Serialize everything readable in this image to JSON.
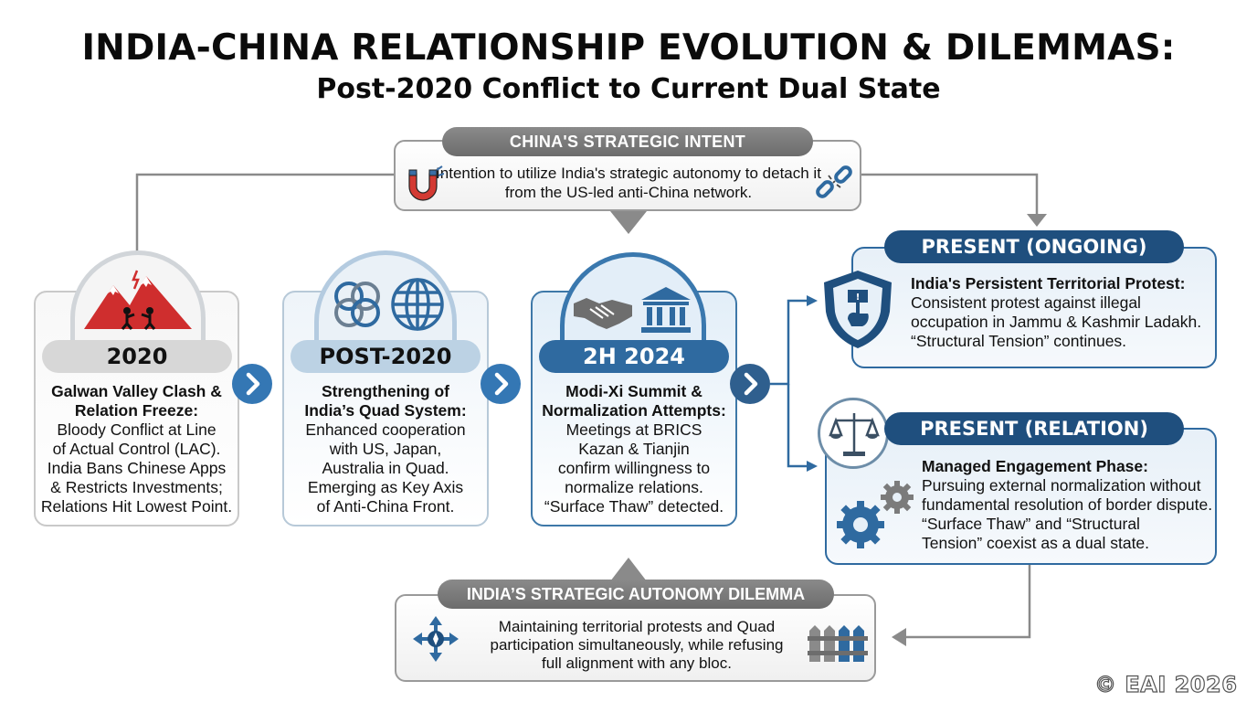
{
  "header": {
    "title": "INDIA-CHINA RELATIONSHIP EVOLUTION & DILEMMAS:",
    "subtitle": "Post-2020 Conflict to Current Dual State"
  },
  "intent": {
    "label": "CHINA'S STRATEGIC INTENT",
    "text": "Intention to utilize India's strategic autonomy to detach it from the US-led anti-China network.",
    "icons": [
      "magnet-icon",
      "broken-chain-icon"
    ]
  },
  "timeline": [
    {
      "period": "2020",
      "heading_line1": "Galwan Valley Clash &",
      "heading_line2": "Relation Freeze:",
      "body_lines": [
        "Bloody Conflict at Line",
        "of Actual Control (LAC).",
        "India Bans Chinese Apps",
        "& Restricts Investments;",
        "Relations Hit Lowest Point."
      ],
      "icon": "mountain-clash-icon"
    },
    {
      "period": "POST-2020",
      "heading_line1": "Strengthening of",
      "heading_line2": "India’s Quad System:",
      "body_lines": [
        "Enhanced cooperation",
        "with US, Japan,",
        "Australia in Quad.",
        "Emerging as Key Axis",
        "of Anti-China Front."
      ],
      "icon": "linked-rings-globe-icon"
    },
    {
      "period": "2H 2024",
      "heading_line1": "Modi-Xi Summit &",
      "heading_line2": "Normalization Attempts:",
      "body_lines": [
        "Meetings at BRICS",
        "Kazan & Tianjin",
        "confirm willingness to",
        "normalize relations.",
        "“Surface Thaw” detected."
      ],
      "icon": "handshake-building-icon"
    }
  ],
  "present_ongoing": {
    "label": "PRESENT (ONGOING)",
    "heading": "India's Persistent Territorial Protest:",
    "body_lines": [
      "Consistent protest against illegal",
      "occupation in Jammu & Kashmir Ladakh.",
      "“Structural Tension” continues."
    ],
    "icon": "shield-protest-icon"
  },
  "present_relation": {
    "label": "PRESENT (RELATION)",
    "heading": "Managed Engagement Phase:",
    "body_lines": [
      "Pursuing external normalization without",
      "fundamental resolution of border dispute.",
      "“Surface Thaw” and “Structural",
      "Tension” coexist as a dual state."
    ],
    "icons": [
      "scales-icon",
      "gears-icon"
    ]
  },
  "dilemma": {
    "label": "INDIA’S STRATEGIC AUTONOMY DILEMMA",
    "body_lines": [
      "Maintaining territorial protests and Quad",
      "participation simultaneously, while refusing",
      "full alignment with any bloc."
    ],
    "icons": [
      "compass-arrows-icon",
      "fence-icon"
    ]
  },
  "footer": {
    "copyright": "© EAI 2026"
  },
  "colors": {
    "primary_blue": "#2f6aa0",
    "dark_blue": "#1f4f7e",
    "grey": "#8a8a8a",
    "red": "#d0312d"
  }
}
